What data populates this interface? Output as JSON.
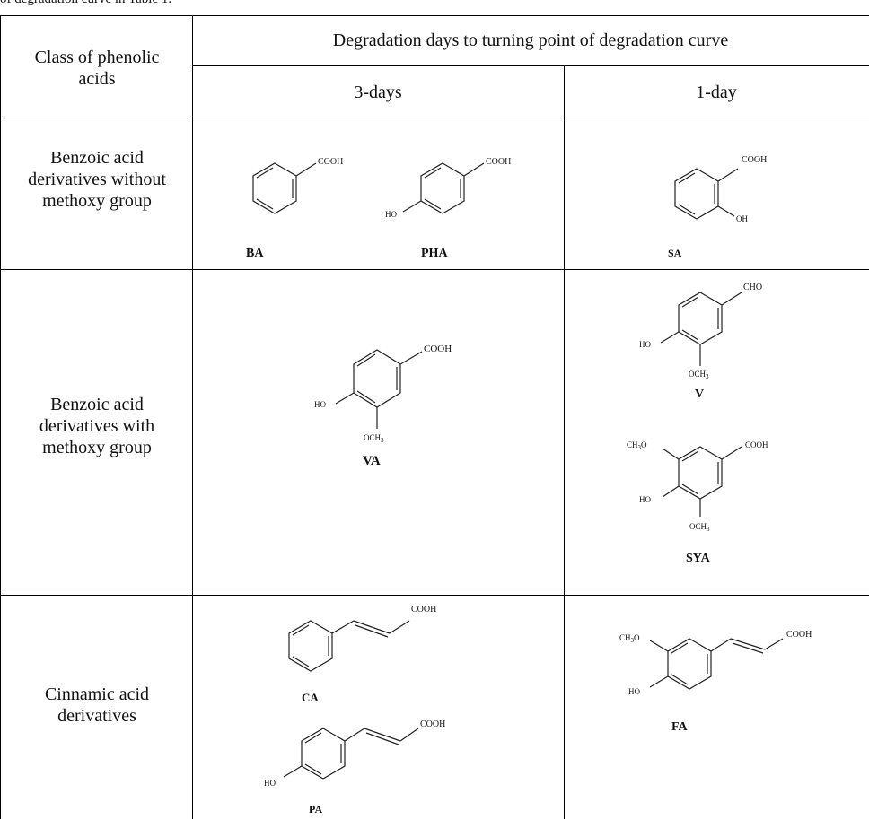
{
  "caption": "of degradation curve in Table 1.",
  "header": {
    "class_col": "Class of phenolic acids",
    "group_title": "Degradation days to turning point of degradation curve",
    "col_3day": "3-days",
    "col_1day": "1-day"
  },
  "rows": [
    {
      "label": "Benzoic acid derivatives without methoxy group"
    },
    {
      "label": "Benzoic acid derivatives with methoxy group"
    },
    {
      "label": "Cinnamic acid derivatives"
    }
  ],
  "structures": {
    "ba": {
      "name": "BA",
      "group": "COOH"
    },
    "pha": {
      "name": "PHA",
      "group": "COOH",
      "ho": "HO"
    },
    "sa": {
      "name": "SA",
      "group": "COOH",
      "oh": "OH"
    },
    "va": {
      "name": "VA",
      "group": "COOH",
      "ho": "HO",
      "och3": "OCH",
      "sub3": "3"
    },
    "v": {
      "name": "V",
      "group": "CHO",
      "ho": "HO",
      "och3": "OCH",
      "sub3": "3"
    },
    "sya": {
      "name": "SYA",
      "group": "COOH",
      "ho": "HO",
      "ch3o": "CH",
      "sub3": "3",
      "o": "O",
      "och3": "OCH"
    },
    "ca": {
      "name": "CA",
      "group": "COOH"
    },
    "pa": {
      "name": "PA",
      "group": "COOH",
      "ho": "HO"
    },
    "fa": {
      "name": "FA",
      "group": "COOH",
      "ho": "HO",
      "ch3o": "CH",
      "sub3": "3",
      "o": "O"
    }
  }
}
